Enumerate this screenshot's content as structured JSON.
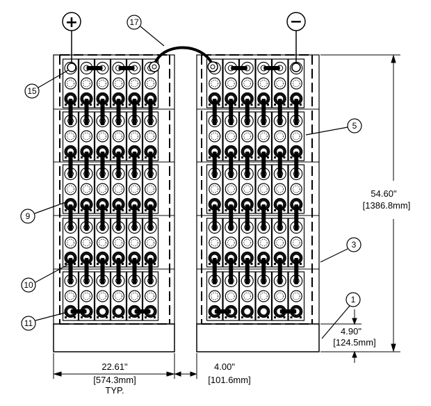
{
  "terminals": {
    "positive": "+",
    "negative": "−"
  },
  "callouts": {
    "c1": "1",
    "c3": "3",
    "c5": "5",
    "c9": "9",
    "c10": "10",
    "c11": "11",
    "c15": "15",
    "c17": "17"
  },
  "dimensions": {
    "height_in": "54.60\"",
    "height_mm": "[1386.8mm]",
    "base_in": "4.90\"",
    "base_mm": "[124.5mm]",
    "width_in": "22.61\"",
    "width_mm": "[574.3mm]",
    "width_note": "TYP.",
    "gap_in": "4.00\"",
    "gap_mm": "[101.6mm]"
  },
  "layout_info": {
    "tiers": 5,
    "cells_per_tier": 6,
    "stacks": 2
  }
}
